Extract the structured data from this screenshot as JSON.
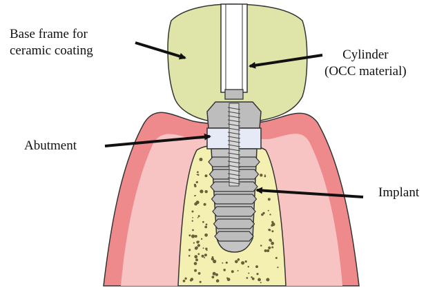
{
  "labels": {
    "base_frame": {
      "line1": "Base frame for",
      "line2": "ceramic coating"
    },
    "cylinder": {
      "line1": "Cylinder",
      "line2": "(OCC material)"
    },
    "abutment": "Abutment",
    "implant": "Implant"
  },
  "colors": {
    "crown": "#dfe5a8",
    "gum": "#ef8a8c",
    "gum_inner": "#f7c3c3",
    "bone": "#f3f0b2",
    "bone_speckle": "#6b5f3a",
    "abutment": "#e6eaf7",
    "metal": "#bdbdbd",
    "cylinder": "#ffffff",
    "outline": "#333333",
    "arrow": "#111111"
  }
}
